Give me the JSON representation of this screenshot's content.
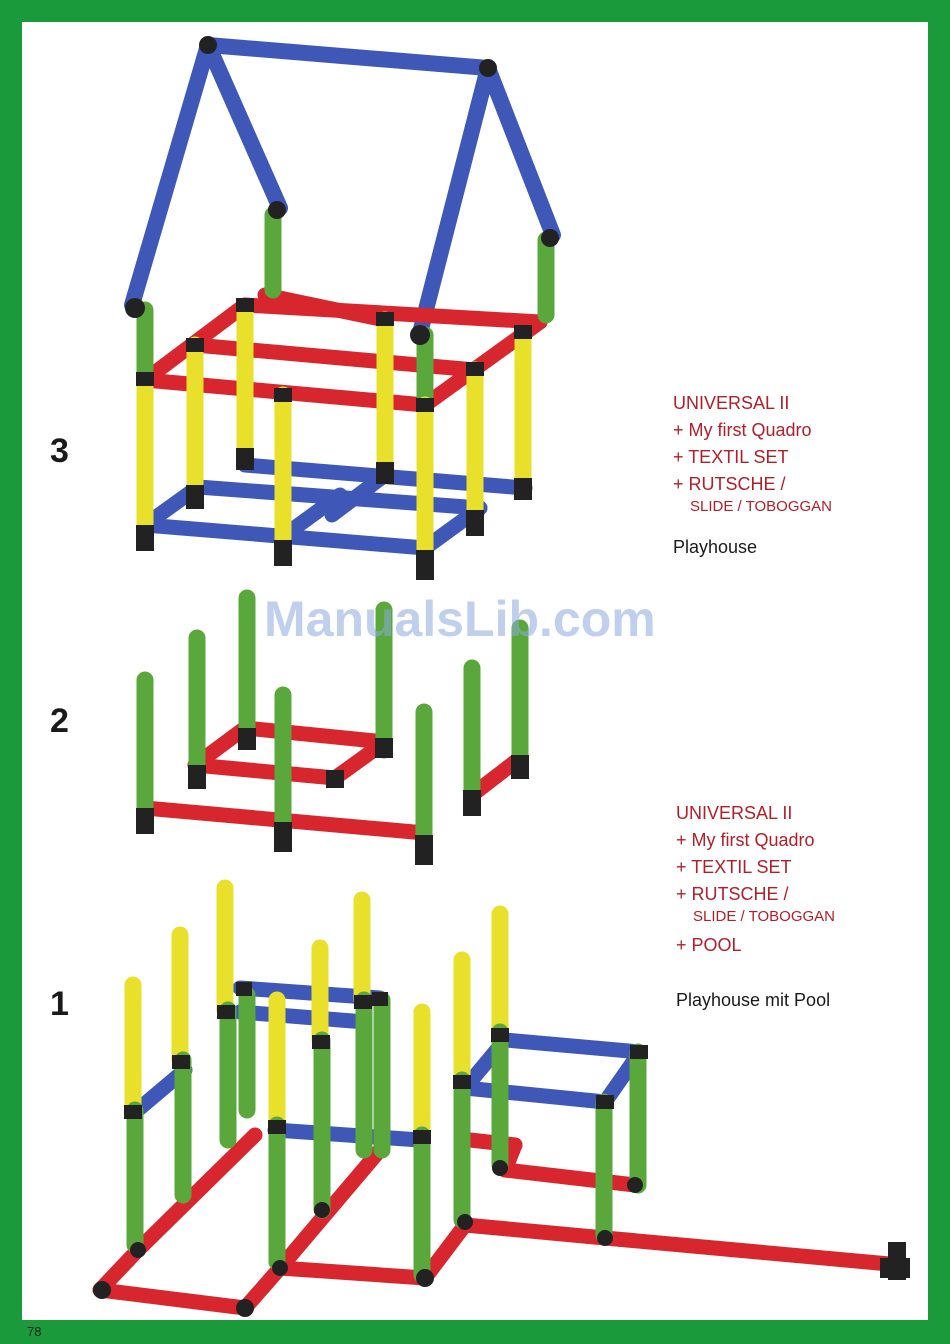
{
  "steps": [
    {
      "number": "3",
      "label": "Playhouse"
    },
    {
      "number": "2"
    },
    {
      "number": "1",
      "label": "Playhouse mit Pool"
    }
  ],
  "caption_upper": {
    "title": "UNIVERSAL II",
    "line1": "+ My first Quadro",
    "line2": "+ TEXTIL SET",
    "line3": "+ RUTSCHE /",
    "line3_sub": "SLIDE / TOBOGGAN"
  },
  "caption_lower": {
    "title": "UNIVERSAL II",
    "line1": "+ My first Quadro",
    "line2": "+ TEXTIL SET",
    "line3": "+ RUTSCHE /",
    "line3_sub": "SLIDE / TOBOGGAN",
    "line4": "+ POOL"
  },
  "watermark": "ManualsLib.com",
  "page_number": "78",
  "colors": {
    "border": "#1a9a3a",
    "red": "#d8262e",
    "blue": "#3f58b8",
    "green": "#5aa83c",
    "yellow": "#e8e02a",
    "connector": "#222222",
    "caption": "#b0202a"
  }
}
